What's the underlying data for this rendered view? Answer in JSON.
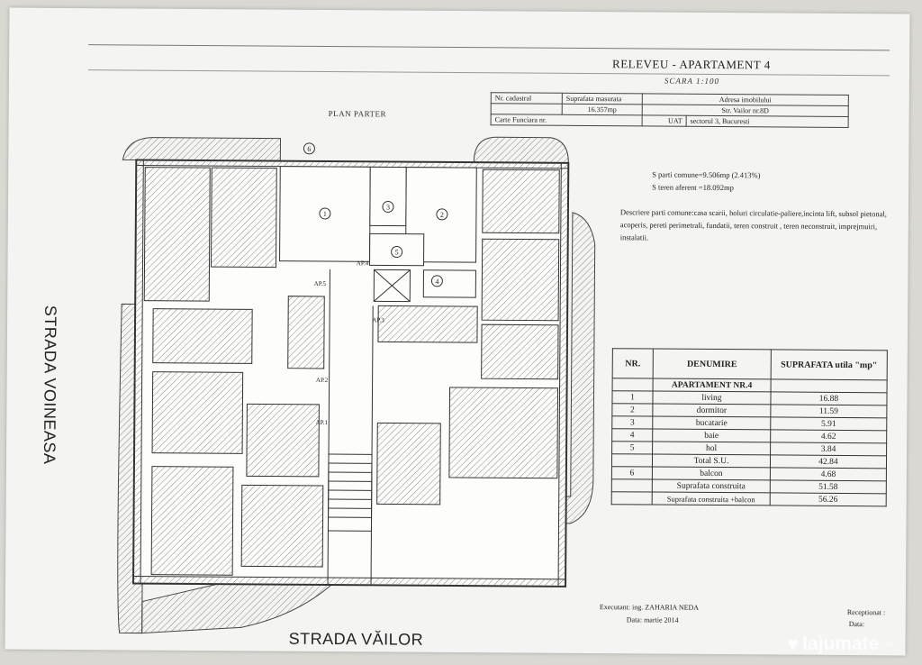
{
  "document": {
    "title": "RELEVEU - APARTAMENT 4",
    "scale": "SCARA 1:100",
    "plan_label": "PLAN PARTER",
    "info_table": {
      "nr_cadastral_label": "Nr. cadastral",
      "suprafata_label": "Suprafata masurata",
      "suprafata_value": "16.357mp",
      "adresa_label": "Adresa imobilului",
      "adresa_value": "Str. Vailor nr.8D",
      "carte_funciara_label": "Carte Funciara nr.",
      "uat_label": "UAT",
      "uat_value": "sectorul 3, Bucuresti"
    },
    "notes": {
      "parti_comune": "S parti comune=9.506mp (2.413%)",
      "teren_aferent": "S teren aferent =18.092mp",
      "descriere": "Descriere parti comune:casa scarii, holuri circulatie-paliere,incinta lift, subsol pietonal, acoperis, pereti perimetrali, fundatii, teren construit , teren neconstruit, imprejmuiri, instalatii."
    },
    "streets": {
      "left": "STRADA VOINEASA",
      "bottom": "STRADA VĂILOR"
    },
    "rooms_table": {
      "headers": {
        "nr": "NR.",
        "denumire": "DENUMIRE",
        "suprafata": "SUPRAFATA utila \"mp\""
      },
      "section": "APARTAMENT NR.4",
      "rows": [
        {
          "nr": "1",
          "name": "living",
          "area": "16.88"
        },
        {
          "nr": "2",
          "name": "dormitor",
          "area": "11.59"
        },
        {
          "nr": "3",
          "name": "bucatarie",
          "area": "5.91"
        },
        {
          "nr": "4",
          "name": "baie",
          "area": "4.62"
        },
        {
          "nr": "5",
          "name": "hol",
          "area": "3.84"
        }
      ],
      "total_label": "Total S.U.",
      "total_value": "42.84",
      "balcon": {
        "nr": "6",
        "name": "balcon",
        "area": "4.68"
      },
      "constr_label": "Suprafata construita",
      "constr_value": "51.58",
      "constr_balcon_label": "Suprafata construita +balcon",
      "constr_balcon_value": "56.26"
    },
    "footer": {
      "executant": "Executant: ing. ZAHARIA NEDA",
      "data": "Data: martie 2014",
      "receptionat": "Receptionat :",
      "data2": "Data:"
    },
    "plan_marks": {
      "ap4": "AP.4",
      "ap3": "AP.3",
      "ap2": "AP.2",
      "ap1": "AP.1",
      "ap5": "AP.5",
      "r1": "1",
      "r2": "2",
      "r3": "3",
      "r4": "4",
      "r5": "5",
      "r6": "6"
    }
  },
  "watermark": {
    "brand": "lajumate",
    "suffix": ".ro"
  }
}
